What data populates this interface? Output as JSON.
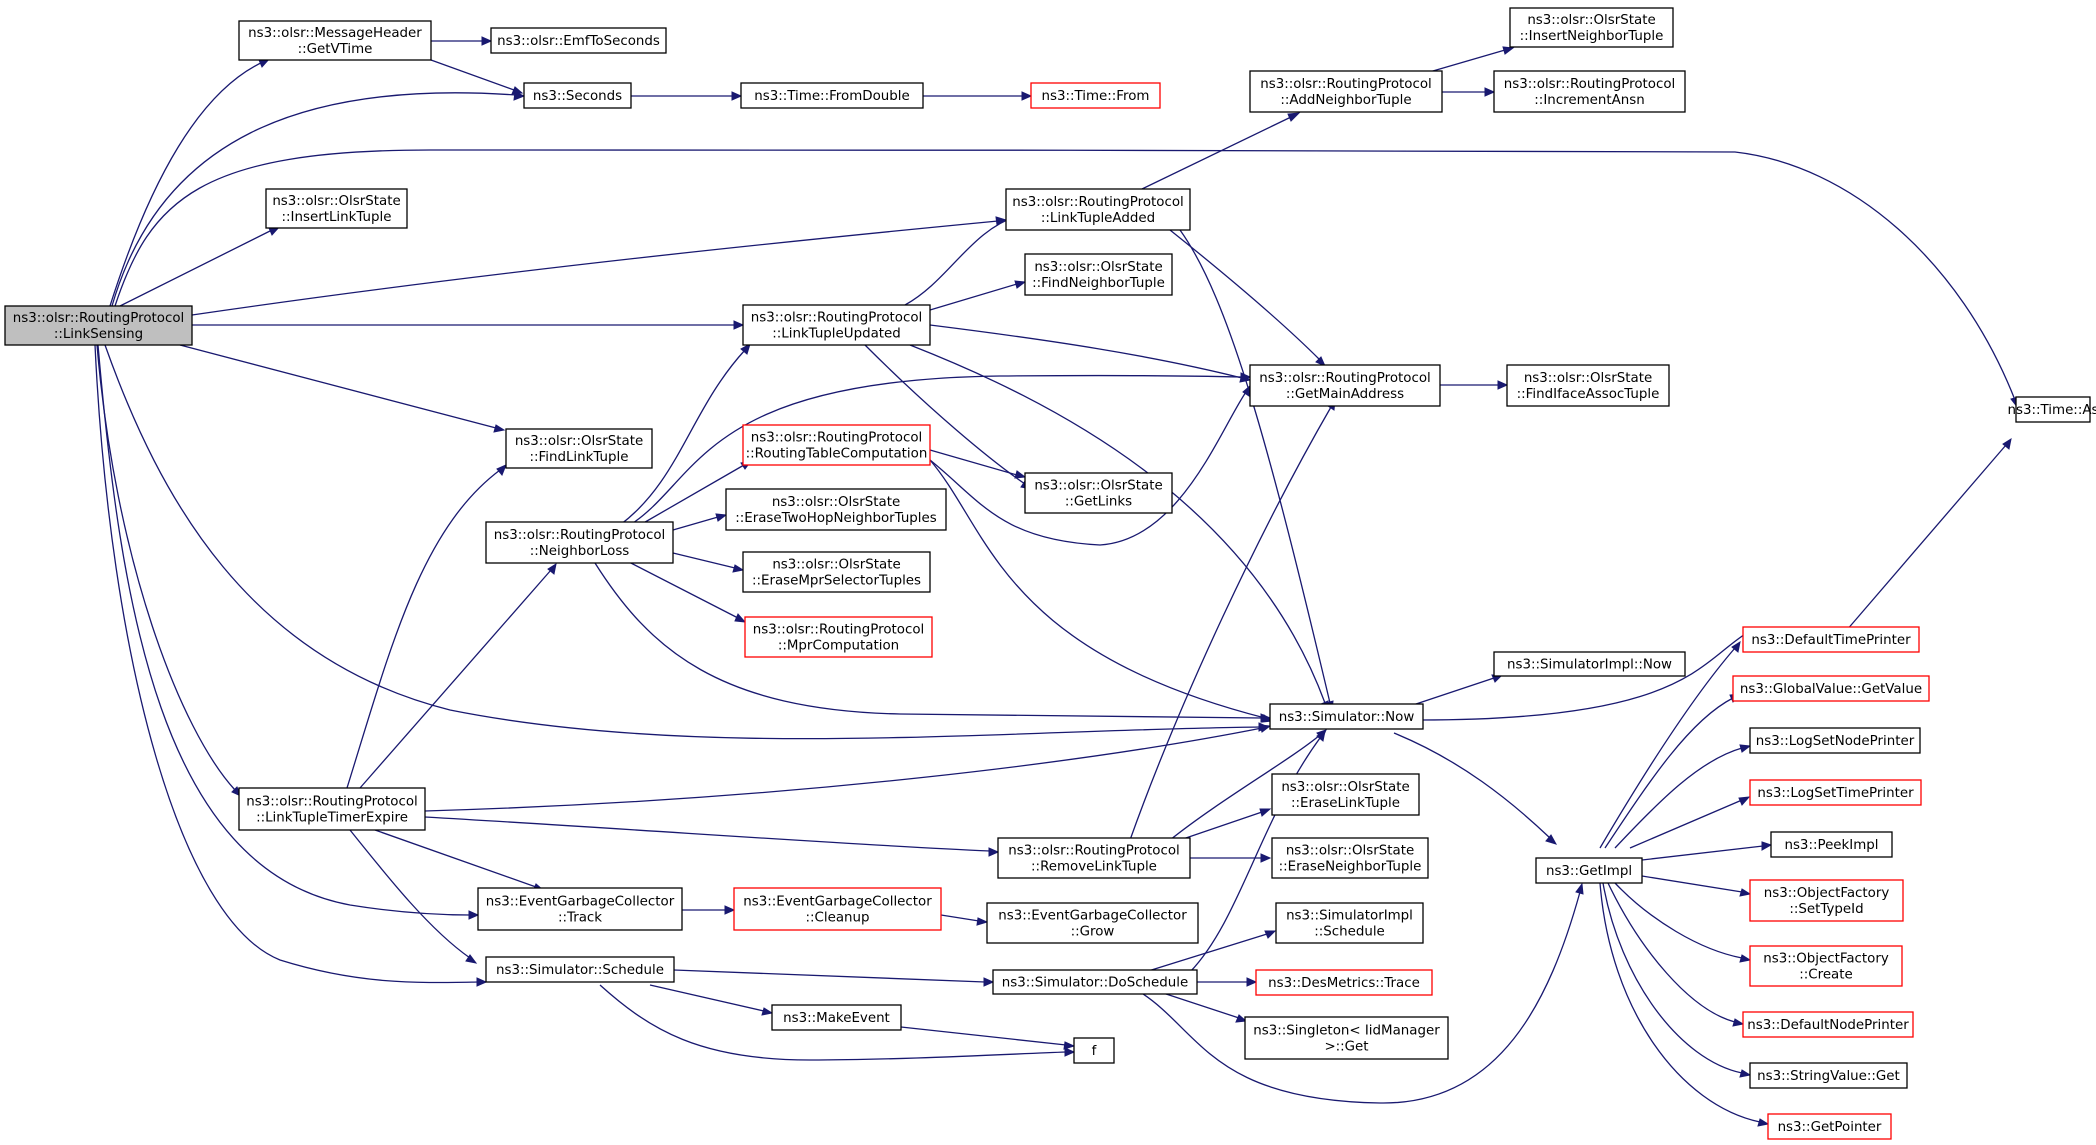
{
  "diagram": {
    "type": "call-graph",
    "colors": {
      "edge": "#191970",
      "root_fill": "#bfbfbf",
      "node_border": "#000000",
      "incomplete_border": "#ff0000"
    },
    "nodes": [
      {
        "id": "root",
        "lines": [
          "ns3::olsr::RoutingProtocol",
          "::LinkSensing"
        ]
      },
      {
        "id": "getvtime",
        "lines": [
          "ns3::olsr::MessageHeader",
          "::GetVTime"
        ]
      },
      {
        "id": "emf",
        "lines": [
          "ns3::olsr::EmfToSeconds"
        ]
      },
      {
        "id": "seconds",
        "lines": [
          "ns3::Seconds"
        ]
      },
      {
        "id": "fromdouble",
        "lines": [
          "ns3::Time::FromDouble"
        ]
      },
      {
        "id": "timefrom",
        "lines": [
          "ns3::Time::From"
        ],
        "red": true
      },
      {
        "id": "insertlink",
        "lines": [
          "ns3::olsr::OlsrState",
          "::InsertLinkTuple"
        ]
      },
      {
        "id": "linkadded",
        "lines": [
          "ns3::olsr::RoutingProtocol",
          "::LinkTupleAdded"
        ]
      },
      {
        "id": "addneighbor",
        "lines": [
          "ns3::olsr::RoutingProtocol",
          "::AddNeighborTuple"
        ]
      },
      {
        "id": "insertneighbor",
        "lines": [
          "ns3::olsr::OlsrState",
          "::InsertNeighborTuple"
        ]
      },
      {
        "id": "incansn",
        "lines": [
          "ns3::olsr::RoutingProtocol",
          "::IncrementAnsn"
        ]
      },
      {
        "id": "findneighbor",
        "lines": [
          "ns3::olsr::OlsrState",
          "::FindNeighborTuple"
        ]
      },
      {
        "id": "linkupdated",
        "lines": [
          "ns3::olsr::RoutingProtocol",
          "::LinkTupleUpdated"
        ]
      },
      {
        "id": "getmain",
        "lines": [
          "ns3::olsr::RoutingProtocol",
          "::GetMainAddress"
        ]
      },
      {
        "id": "findiface",
        "lines": [
          "ns3::olsr::OlsrState",
          "::FindIfaceAssocTuple"
        ]
      },
      {
        "id": "timeas",
        "lines": [
          "ns3::Time::As"
        ]
      },
      {
        "id": "findlink",
        "lines": [
          "ns3::olsr::OlsrState",
          "::FindLinkTuple"
        ]
      },
      {
        "id": "rtcomp",
        "lines": [
          "ns3::olsr::RoutingProtocol",
          "::RoutingTableComputation"
        ],
        "red": true
      },
      {
        "id": "getlinks",
        "lines": [
          "ns3::olsr::OlsrState",
          "::GetLinks"
        ]
      },
      {
        "id": "neighborloss",
        "lines": [
          "ns3::olsr::RoutingProtocol",
          "::NeighborLoss"
        ]
      },
      {
        "id": "erasetwohop",
        "lines": [
          "ns3::olsr::OlsrState",
          "::EraseTwoHopNeighborTuples"
        ]
      },
      {
        "id": "erasemprsel",
        "lines": [
          "ns3::olsr::OlsrState",
          "::EraseMprSelectorTuples"
        ]
      },
      {
        "id": "mprcomp",
        "lines": [
          "ns3::olsr::RoutingProtocol",
          "::MprComputation"
        ],
        "red": true
      },
      {
        "id": "simimplnow",
        "lines": [
          "ns3::SimulatorImpl::Now"
        ]
      },
      {
        "id": "simnow",
        "lines": [
          "ns3::Simulator::Now"
        ]
      },
      {
        "id": "defaulttime",
        "lines": [
          "ns3::DefaultTimePrinter"
        ],
        "red": true
      },
      {
        "id": "gvgetvalue",
        "lines": [
          "ns3::GlobalValue::GetValue"
        ],
        "red": true
      },
      {
        "id": "logsetnode",
        "lines": [
          "ns3::LogSetNodePrinter"
        ]
      },
      {
        "id": "logsettime",
        "lines": [
          "ns3::LogSetTimePrinter"
        ],
        "red": true
      },
      {
        "id": "peekimpl",
        "lines": [
          "ns3::PeekImpl"
        ]
      },
      {
        "id": "ofsettypeid",
        "lines": [
          "ns3::ObjectFactory",
          "::SetTypeId"
        ],
        "red": true
      },
      {
        "id": "ofcreate",
        "lines": [
          "ns3::ObjectFactory",
          "::Create"
        ],
        "red": true
      },
      {
        "id": "defaultnode",
        "lines": [
          "ns3::DefaultNodePrinter"
        ],
        "red": true
      },
      {
        "id": "strget",
        "lines": [
          "ns3::StringValue::Get"
        ]
      },
      {
        "id": "getpointer",
        "lines": [
          "ns3::GetPointer"
        ],
        "red": true
      },
      {
        "id": "getimpl",
        "lines": [
          "ns3::GetImpl"
        ]
      },
      {
        "id": "linktimer",
        "lines": [
          "ns3::olsr::RoutingProtocol",
          "::LinkTupleTimerExpire"
        ]
      },
      {
        "id": "eraselink",
        "lines": [
          "ns3::olsr::OlsrState",
          "::EraseLinkTuple"
        ]
      },
      {
        "id": "removelink",
        "lines": [
          "ns3::olsr::RoutingProtocol",
          "::RemoveLinkTuple"
        ]
      },
      {
        "id": "eraseneighbor",
        "lines": [
          "ns3::olsr::OlsrState",
          "::EraseNeighborTuple"
        ]
      },
      {
        "id": "egctrack",
        "lines": [
          "ns3::EventGarbageCollector",
          "::Track"
        ]
      },
      {
        "id": "egccleanup",
        "lines": [
          "ns3::EventGarbageCollector",
          "::Cleanup"
        ],
        "red": true
      },
      {
        "id": "egcgrow",
        "lines": [
          "ns3::EventGarbageCollector",
          "::Grow"
        ]
      },
      {
        "id": "simimplsched",
        "lines": [
          "ns3::SimulatorImpl",
          "::Schedule"
        ]
      },
      {
        "id": "simsched",
        "lines": [
          "ns3::Simulator::Schedule"
        ]
      },
      {
        "id": "dosched",
        "lines": [
          "ns3::Simulator::DoSchedule"
        ]
      },
      {
        "id": "desmetrics",
        "lines": [
          "ns3::DesMetrics::Trace"
        ],
        "red": true
      },
      {
        "id": "makeevent",
        "lines": [
          "ns3::MakeEvent"
        ]
      },
      {
        "id": "singleton",
        "lines": [
          "ns3::Singleton< IidManager",
          ">::Get"
        ]
      },
      {
        "id": "f",
        "lines": [
          "f"
        ]
      }
    ]
  }
}
